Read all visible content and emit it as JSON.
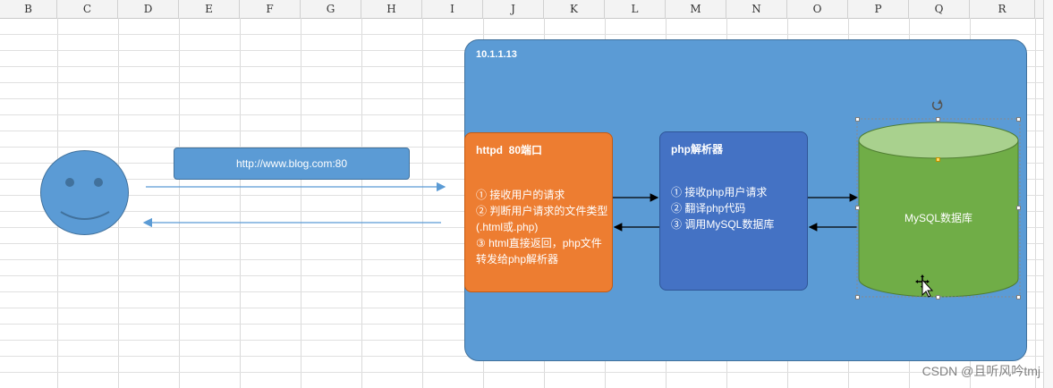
{
  "spreadsheet": {
    "columns": [
      "B",
      "C",
      "D",
      "E",
      "F",
      "G",
      "H",
      "I",
      "J",
      "K",
      "L",
      "M",
      "N",
      "O",
      "P",
      "Q",
      "R"
    ]
  },
  "diagram": {
    "server_label": "10.1.1.13",
    "url": "http://www.blog.com:80",
    "httpd": {
      "title": "httpd  80端口",
      "lines": [
        "① 接收用户的请求",
        "② 判断用户请求的文件类型(.html或.php)",
        "③ html直接返回，php文件转发给php解析器"
      ]
    },
    "php": {
      "title": "php解析器",
      "lines": [
        "① 接收php用户请求",
        "② 翻译php代码",
        "③ 调用MySQL数据库"
      ]
    },
    "db": {
      "label": "MySQL数据库"
    }
  },
  "watermark": "CSDN @且听风吟tmj",
  "colors": {
    "server": "#5b9bd5",
    "httpd": "#ed7d31",
    "php": "#4472c4",
    "db_body": "#70ad47",
    "db_top": "#a9d18e"
  }
}
